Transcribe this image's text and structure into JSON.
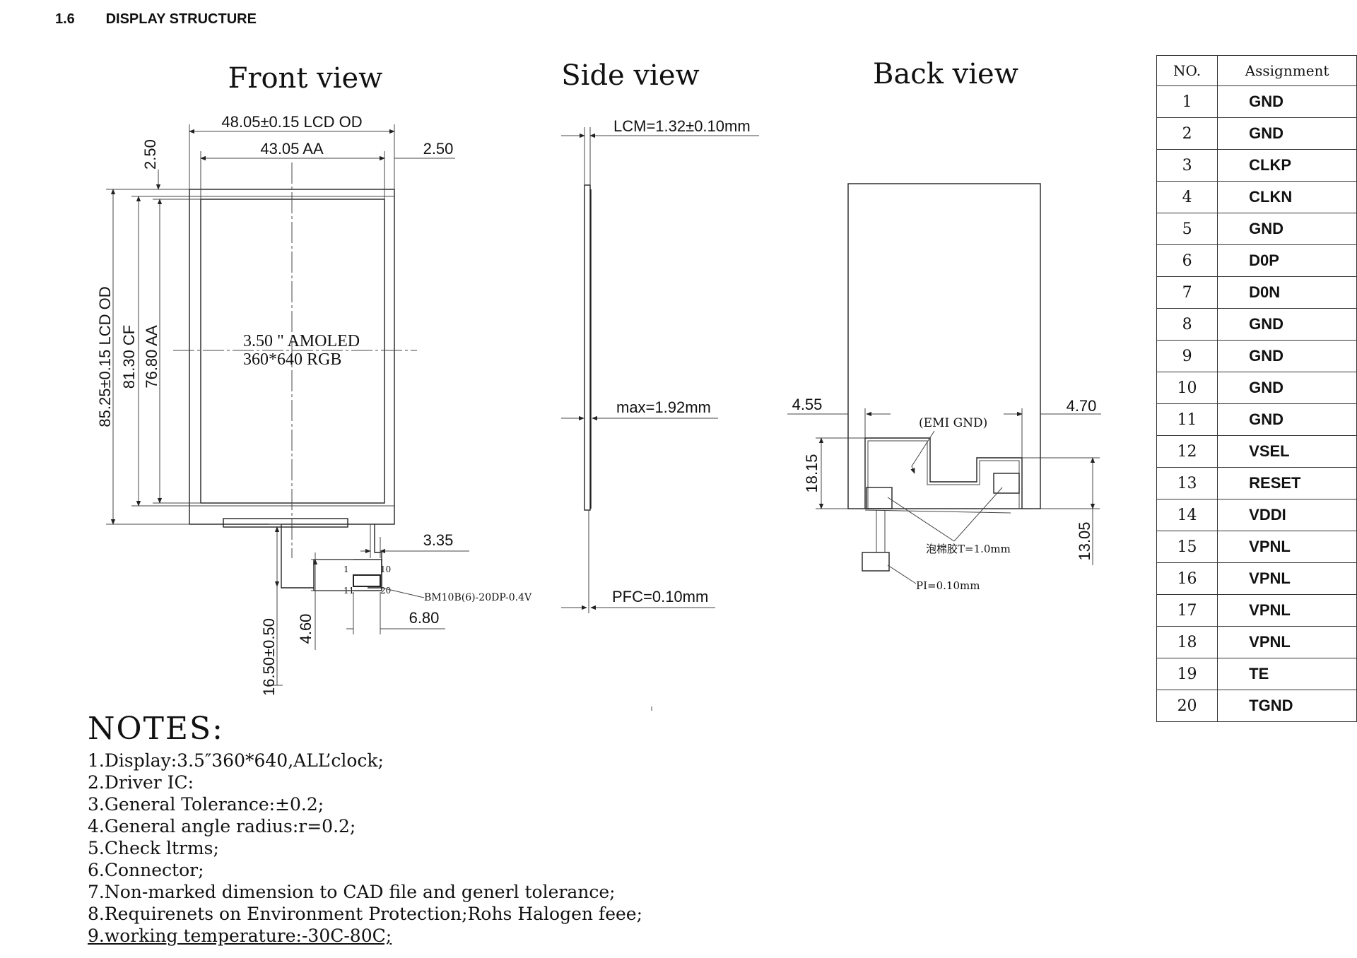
{
  "section": {
    "number": "1.6",
    "title": "DISPLAY STRUCTURE"
  },
  "views": {
    "front": "Front view",
    "side": "Side view",
    "back": "Back view"
  },
  "front_view": {
    "dim_lcd_od_width": "48.05±0.15 LCD OD",
    "dim_aa_width": "43.05 AA",
    "dim_top_margin": "2.50",
    "dim_right_margin": "2.50",
    "dim_lcd_od_height": "85.25±0.15 LCD OD",
    "dim_cf_height": "81.30 CF",
    "dim_aa_height": "76.80 AA",
    "panel_label_1": "3.50 \" AMOLED",
    "panel_label_2": "360*640 RGB",
    "dim_connector_offset": "3.35",
    "connector_part": "BM10B(6)-20DP-0.4V",
    "pin_1": "1",
    "pin_10": "10",
    "pin_11": "11",
    "pin_20": "20",
    "dim_fpc_length": "16.50±0.50",
    "dim_connector_height": "4.60",
    "dim_connector_width": "6.80"
  },
  "side_view": {
    "lcm_thickness": "LCM=1.32±0.10mm",
    "max_thickness": "max=1.92mm",
    "pfc_thickness": "PFC=0.10mm"
  },
  "back_view": {
    "dim_left": "4.55",
    "dim_right": "4.70",
    "emi_label": "(EMI GND)",
    "dim_height_1": "18.15",
    "dim_height_2": "13.05",
    "foam_label": "泡棉胶T=1.0mm",
    "pi_label": "PI=0.10mm"
  },
  "pin_table": {
    "header_no": "NO.",
    "header_assignment": "Assignment",
    "rows": [
      {
        "no": "1",
        "signal": "GND"
      },
      {
        "no": "2",
        "signal": "GND"
      },
      {
        "no": "3",
        "signal": "CLKP"
      },
      {
        "no": "4",
        "signal": "CLKN"
      },
      {
        "no": "5",
        "signal": "GND"
      },
      {
        "no": "6",
        "signal": "D0P"
      },
      {
        "no": "7",
        "signal": "D0N"
      },
      {
        "no": "8",
        "signal": "GND"
      },
      {
        "no": "9",
        "signal": "GND"
      },
      {
        "no": "10",
        "signal": "GND"
      },
      {
        "no": "11",
        "signal": "GND"
      },
      {
        "no": "12",
        "signal": "VSEL"
      },
      {
        "no": "13",
        "signal": "RESET"
      },
      {
        "no": "14",
        "signal": "VDDI"
      },
      {
        "no": "15",
        "signal": "VPNL"
      },
      {
        "no": "16",
        "signal": "VPNL"
      },
      {
        "no": "17",
        "signal": "VPNL"
      },
      {
        "no": "18",
        "signal": "VPNL"
      },
      {
        "no": "19",
        "signal": "TE"
      },
      {
        "no": "20",
        "signal": "TGND"
      }
    ]
  },
  "notes": {
    "title": "NOTES:",
    "items": [
      "1.Display:3.5″360*640,ALL’clock;",
      "2.Driver IC:",
      "3.General Tolerance:±0.2;",
      "4.General angle radius:r=0.2;",
      "5.Check ltrms;",
      "6.Connector;",
      "7.Non-marked dimension to CAD file and generl tolerance;",
      "8.Requirenets on Environment Protection;Rohs Halogen feee;",
      "9.working temperature:-30C-80C;"
    ]
  }
}
